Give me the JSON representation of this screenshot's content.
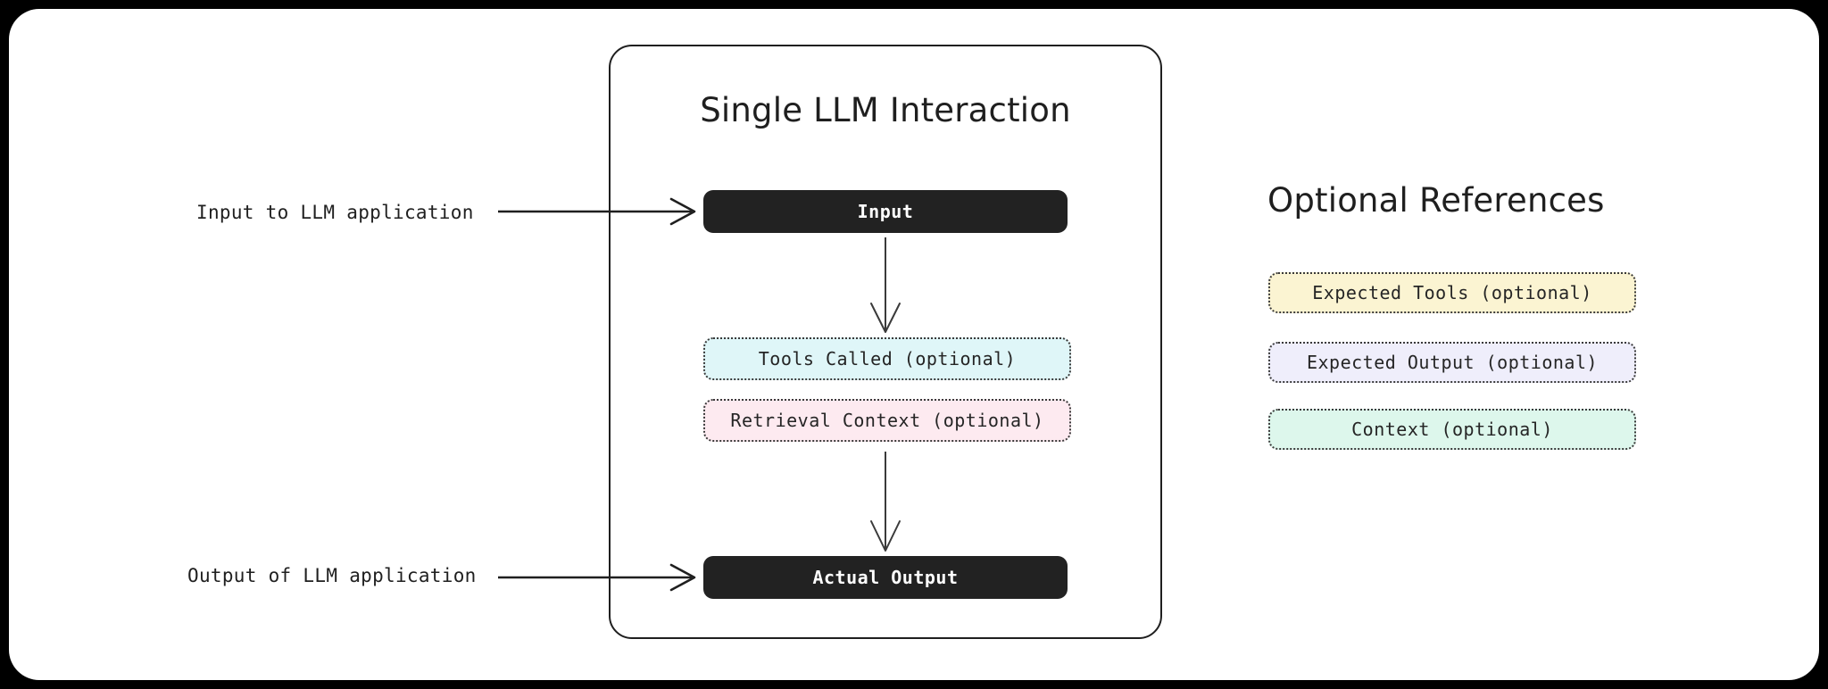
{
  "page": {
    "background_color": "#000000",
    "canvas_color": "#ffffff"
  },
  "interaction_panel": {
    "title": "Single LLM Interaction",
    "border_color": "#1f1f1f",
    "nodes": [
      {
        "id": "input",
        "label": "Input",
        "style": "solid-dark",
        "bg": "#222222",
        "fg": "#ffffff"
      },
      {
        "id": "tools-called",
        "label": "Tools Called (optional)",
        "style": "dotted",
        "bg": "#dff6f8",
        "fg": "#252525",
        "border": "#3a3a3a"
      },
      {
        "id": "retrieval-context",
        "label": "Retrieval Context (optional)",
        "style": "dotted",
        "bg": "#fdeaf0",
        "fg": "#252525",
        "border": "#3a3a3a"
      },
      {
        "id": "actual-output",
        "label": "Actual Output",
        "style": "solid-dark",
        "bg": "#222222",
        "fg": "#ffffff"
      }
    ]
  },
  "references_panel": {
    "title": "Optional References",
    "items": [
      {
        "id": "expected-tools",
        "label": "Expected Tools (optional)",
        "bg": "#fbf4d2",
        "fg": "#252525",
        "border": "#3a3a3a"
      },
      {
        "id": "expected-output",
        "label": "Expected Output (optional)",
        "bg": "#efeefb",
        "fg": "#252525",
        "border": "#3a3a3a"
      },
      {
        "id": "context",
        "label": "Context (optional)",
        "bg": "#ddf7ec",
        "fg": "#252525",
        "border": "#3a3a3a"
      }
    ]
  },
  "annotations": {
    "input_label": "Input to LLM application",
    "output_label": "Output of LLM application"
  },
  "arrows": {
    "stroke_color": "#1f1f1f",
    "items": [
      {
        "id": "input-annotation-arrow",
        "direction": "right"
      },
      {
        "id": "input-to-tools-arrow",
        "direction": "down"
      },
      {
        "id": "retrieval-to-output-arrow",
        "direction": "down"
      },
      {
        "id": "output-annotation-arrow",
        "direction": "right"
      }
    ]
  }
}
